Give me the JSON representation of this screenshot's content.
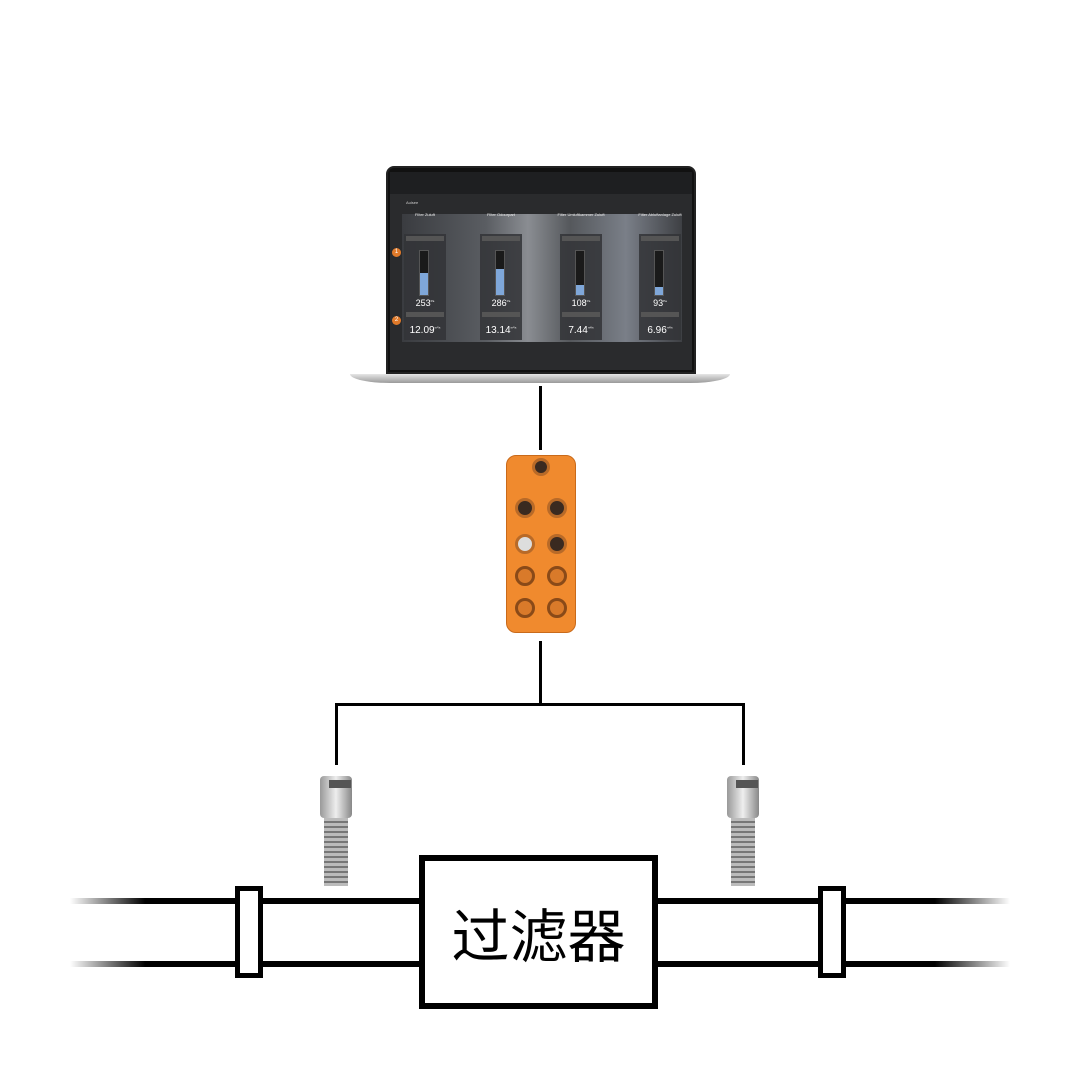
{
  "laptop": {
    "header": "Aulsee",
    "cards": [
      {
        "title": "Filter Zuluft",
        "pressure": "253",
        "pressure_unit": "Pa",
        "flow": "12.09",
        "flow_unit": "m³/s",
        "fill_percent": 50
      },
      {
        "title": "Filter Odourpart",
        "pressure": "286",
        "pressure_unit": "Pa",
        "flow": "13.14",
        "flow_unit": "m³/s",
        "fill_percent": 58
      },
      {
        "title": "Filter Umluftkammer Zuluft",
        "pressure": "108",
        "pressure_unit": "Pa",
        "flow": "7.44",
        "flow_unit": "m³/s",
        "fill_percent": 22
      },
      {
        "title": "Filter Abluftanlage Zuluft",
        "pressure": "93",
        "pressure_unit": "Pa",
        "flow": "6.96",
        "flow_unit": "m³/s",
        "fill_percent": 18
      }
    ],
    "badges": [
      "1",
      "2"
    ]
  },
  "filter_label": "过滤器",
  "colors": {
    "master": "#f08a2e",
    "bar_fill": "#7fa7d9",
    "badge": "#e07a2a"
  }
}
